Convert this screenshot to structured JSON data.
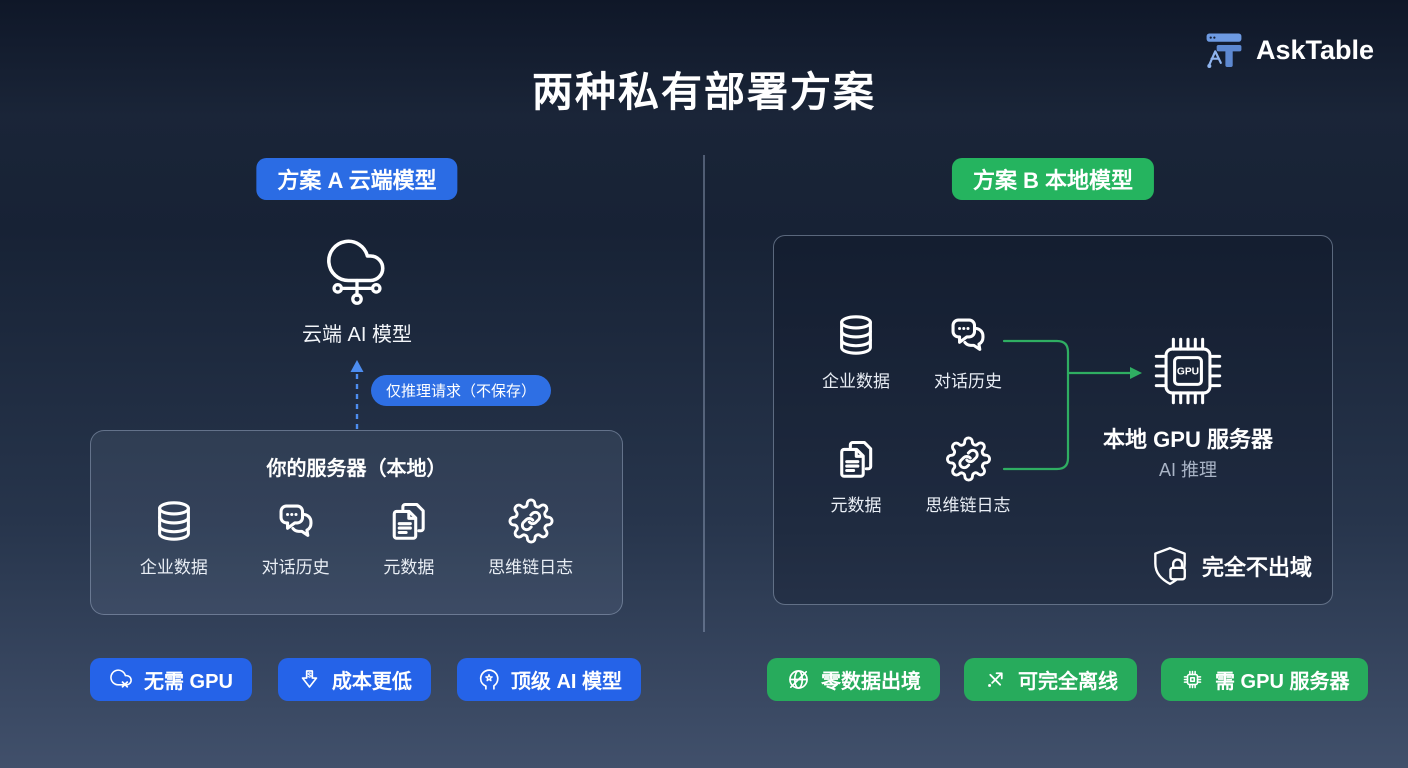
{
  "header": {
    "title": "两种私有部署方案",
    "brand": "AskTable"
  },
  "plan_a": {
    "badge": "方案 A 云端模型",
    "cloud_model_label": "云端 AI 模型",
    "request_note": "仅推理请求（不保存）",
    "server_box_title": "你的服务器（本地）",
    "data_items": [
      "企业数据",
      "对话历史",
      "元数据",
      "思维链日志"
    ],
    "benefits": [
      "无需 GPU",
      "成本更低",
      "顶级 AI 模型"
    ]
  },
  "plan_b": {
    "badge": "方案 B 本地模型",
    "data_items": [
      "企业数据",
      "对话历史",
      "元数据",
      "思维链日志"
    ],
    "gpu_chip_label": "GPU",
    "gpu_title": "本地 GPU 服务器",
    "gpu_subtitle": "AI 推理",
    "security_note": "完全不出域",
    "benefits": [
      "零数据出境",
      "可完全离线",
      "需 GPU 服务器"
    ]
  },
  "colors": {
    "plan_a_accent": "#2b6ce4",
    "plan_a_pill": "#2563e8",
    "plan_b_accent": "#25b45f",
    "plan_b_pill": "#27ab5c",
    "dashed_arrow": "#4d8df0",
    "connector": "#2fae62",
    "background_top": "#0f1728",
    "background_bottom": "#41506b"
  }
}
